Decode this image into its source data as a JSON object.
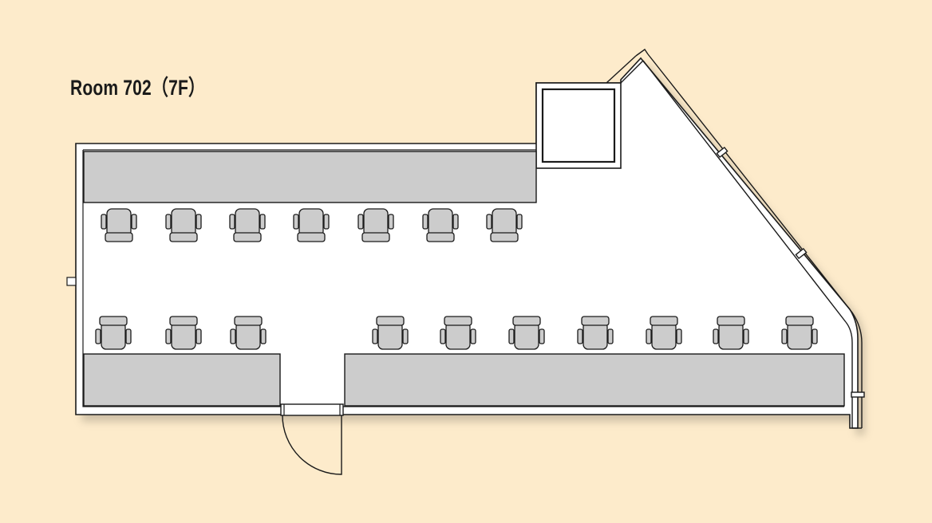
{
  "title": "Room 702（7F）",
  "colors": {
    "background": "#FDEBCB",
    "floor": "#FFFFFF",
    "wall_line": "#1A1A1A",
    "desk_fill": "#CCCCCC",
    "chair_fill": "#CCCCCC"
  },
  "icons": {
    "chair": "chair-icon",
    "door": "door-swing-icon",
    "column": "column-icon"
  },
  "layout": {
    "top_desk_row_chairs": 7,
    "bottom_left_desk_chairs": 3,
    "bottom_right_desk_chairs": 7
  }
}
